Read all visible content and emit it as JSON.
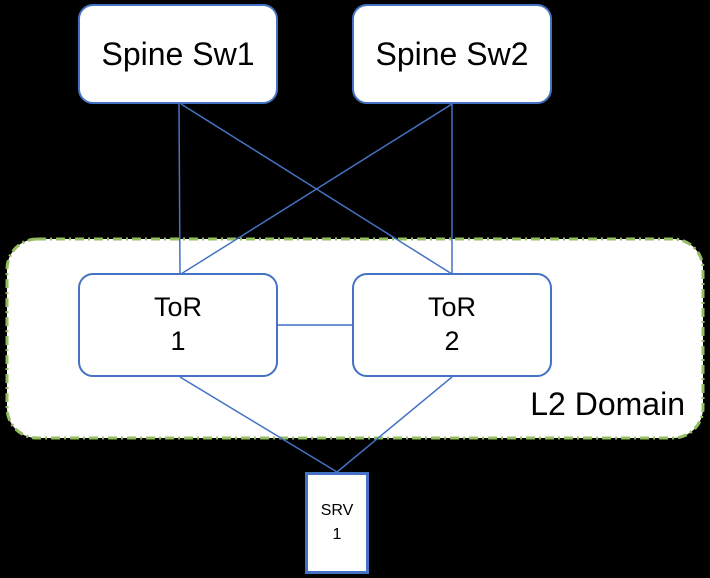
{
  "diagram": {
    "kind": "network-topology",
    "colors": {
      "background": "#000000",
      "link_blue": "#4472C4",
      "node_border_blue": "#4472C4",
      "node_fill": "#FFFFFF",
      "l2_domain_border_green": "#94BE60",
      "l2_domain_fill": "#FFFFFF",
      "text": "#000000"
    },
    "nodes": {
      "spine1": {
        "label": "Spine Sw1"
      },
      "spine2": {
        "label": "Spine Sw2"
      },
      "tor1": {
        "line1": "ToR",
        "line2": "1"
      },
      "tor2": {
        "line1": "ToR",
        "line2": "2"
      },
      "srv1": {
        "line1": "SRV",
        "line2": "1"
      }
    },
    "regions": {
      "l2_domain": {
        "label": "L2 Domain",
        "contains": [
          "ToR 1",
          "ToR 2"
        ]
      }
    },
    "links": [
      {
        "from": "Spine Sw1",
        "to": "ToR 1"
      },
      {
        "from": "Spine Sw1",
        "to": "ToR 2"
      },
      {
        "from": "Spine Sw2",
        "to": "ToR 1"
      },
      {
        "from": "Spine Sw2",
        "to": "ToR 2"
      },
      {
        "from": "ToR 1",
        "to": "ToR 2"
      },
      {
        "from": "ToR 1",
        "to": "SRV 1"
      },
      {
        "from": "ToR 2",
        "to": "SRV 1"
      }
    ]
  }
}
